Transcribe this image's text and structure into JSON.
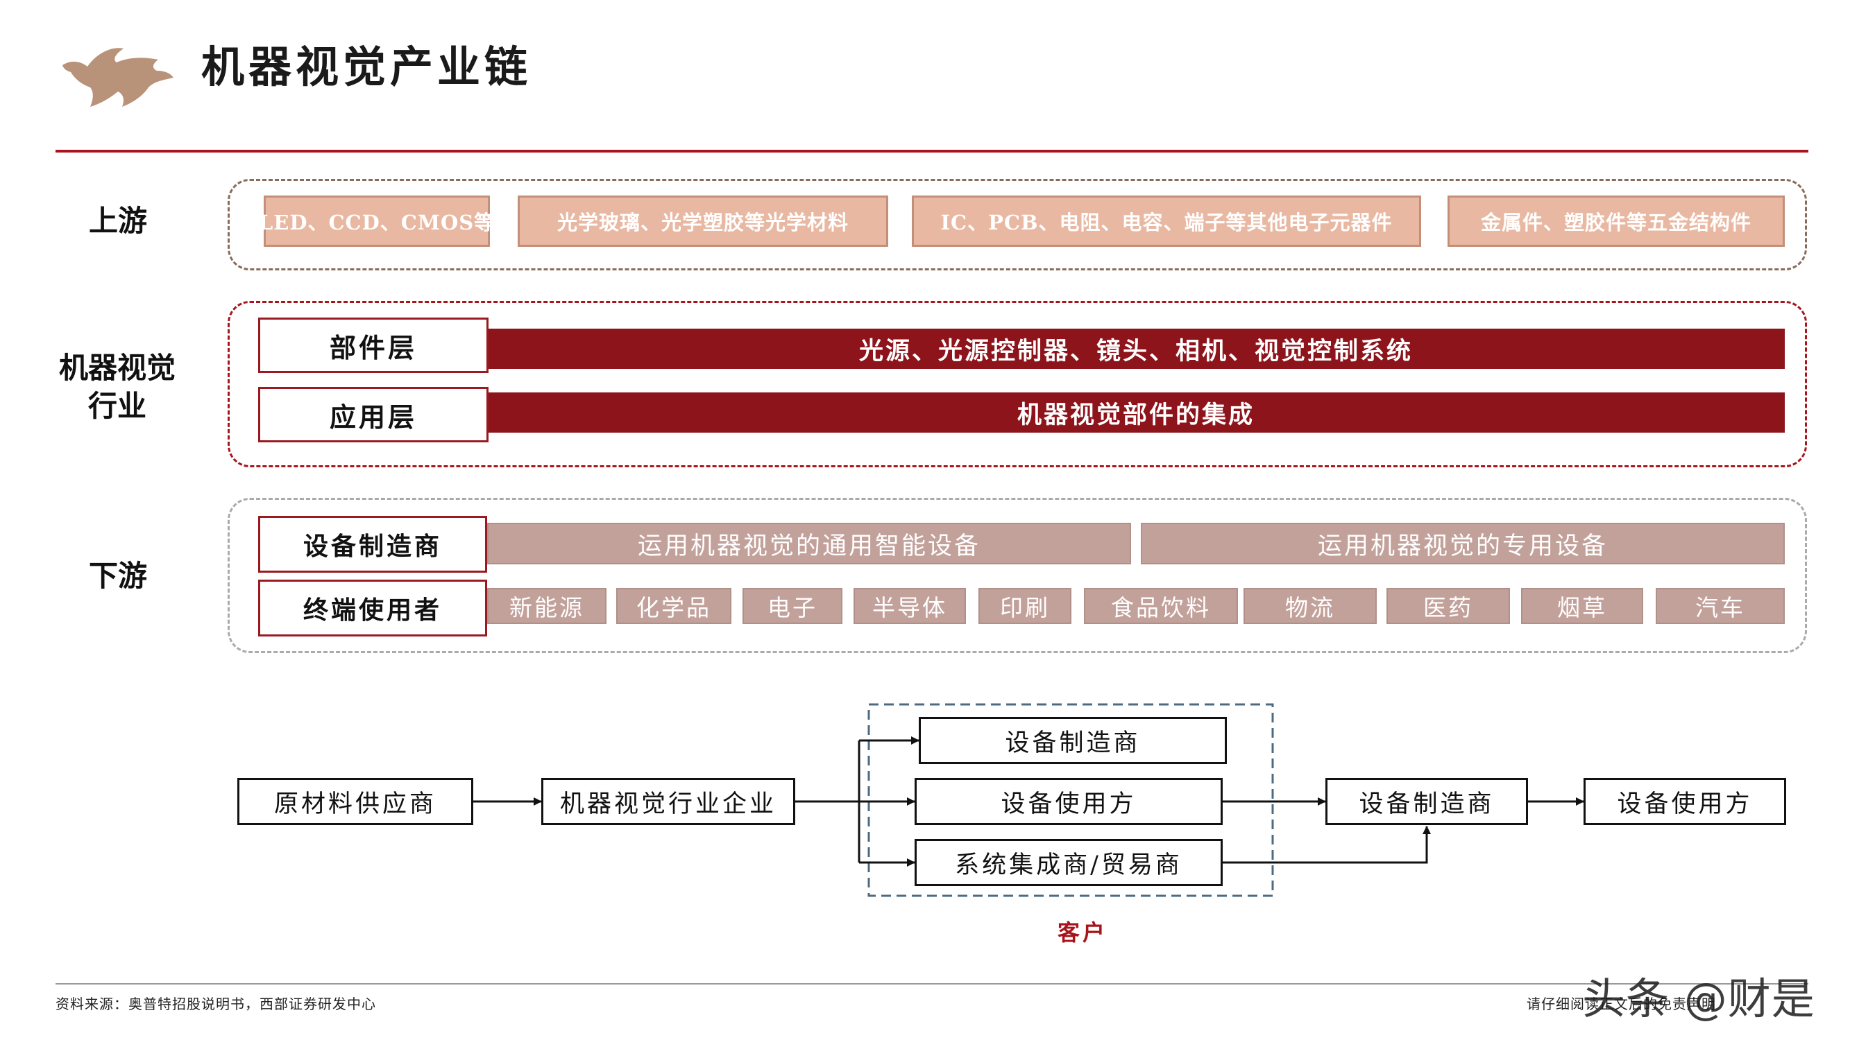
{
  "header": {
    "title": "机器视觉产业链"
  },
  "colors": {
    "accent_red": "#a8141c",
    "bar_red": "#8e141c",
    "tan": "#e9b8a2",
    "rose": "#c3a19b",
    "gold": "#b8937a",
    "client_box": "#4d6a80"
  },
  "upstream": {
    "label": "上游",
    "items": [
      "LED、CCD、CMOS等",
      "光学玻璃、光学塑胶等光学材料",
      "IC、PCB、电阻、电容、端子等其他电子元器件",
      "金属件、塑胶件等五金结构件"
    ]
  },
  "industry": {
    "label_line1": "机器视觉",
    "label_line2": "行业",
    "component": {
      "label": "部件层",
      "content": "光源、光源控制器、镜头、相机、视觉控制系统"
    },
    "application": {
      "label": "应用层",
      "content": "机器视觉部件的集成"
    }
  },
  "downstream": {
    "label": "下游",
    "manufacturer": {
      "label": "设备制造商",
      "general": "运用机器视觉的通用智能设备",
      "special": "运用机器视觉的专用设备"
    },
    "end_user": {
      "label": "终端使用者",
      "items": [
        "新能源",
        "化学品",
        "电子",
        "半导体",
        "印刷",
        "食品饮料",
        "物流",
        "医药",
        "烟草",
        "汽车"
      ]
    }
  },
  "flow": {
    "raw": "原材料供应商",
    "enterprise": "机器视觉行业企业",
    "client_manufacturer": "设备制造商",
    "client_user": "设备使用方",
    "client_integrator": "系统集成商/贸易商",
    "next_manufacturer": "设备制造商",
    "final_user": "设备使用方",
    "client_label": "客户"
  },
  "footer": {
    "source": "资料来源：奥普特招股说明书，西部证券研发中心",
    "disclaimer": "请仔细阅读正文后的免责声明",
    "watermark": "头条 @财是"
  }
}
